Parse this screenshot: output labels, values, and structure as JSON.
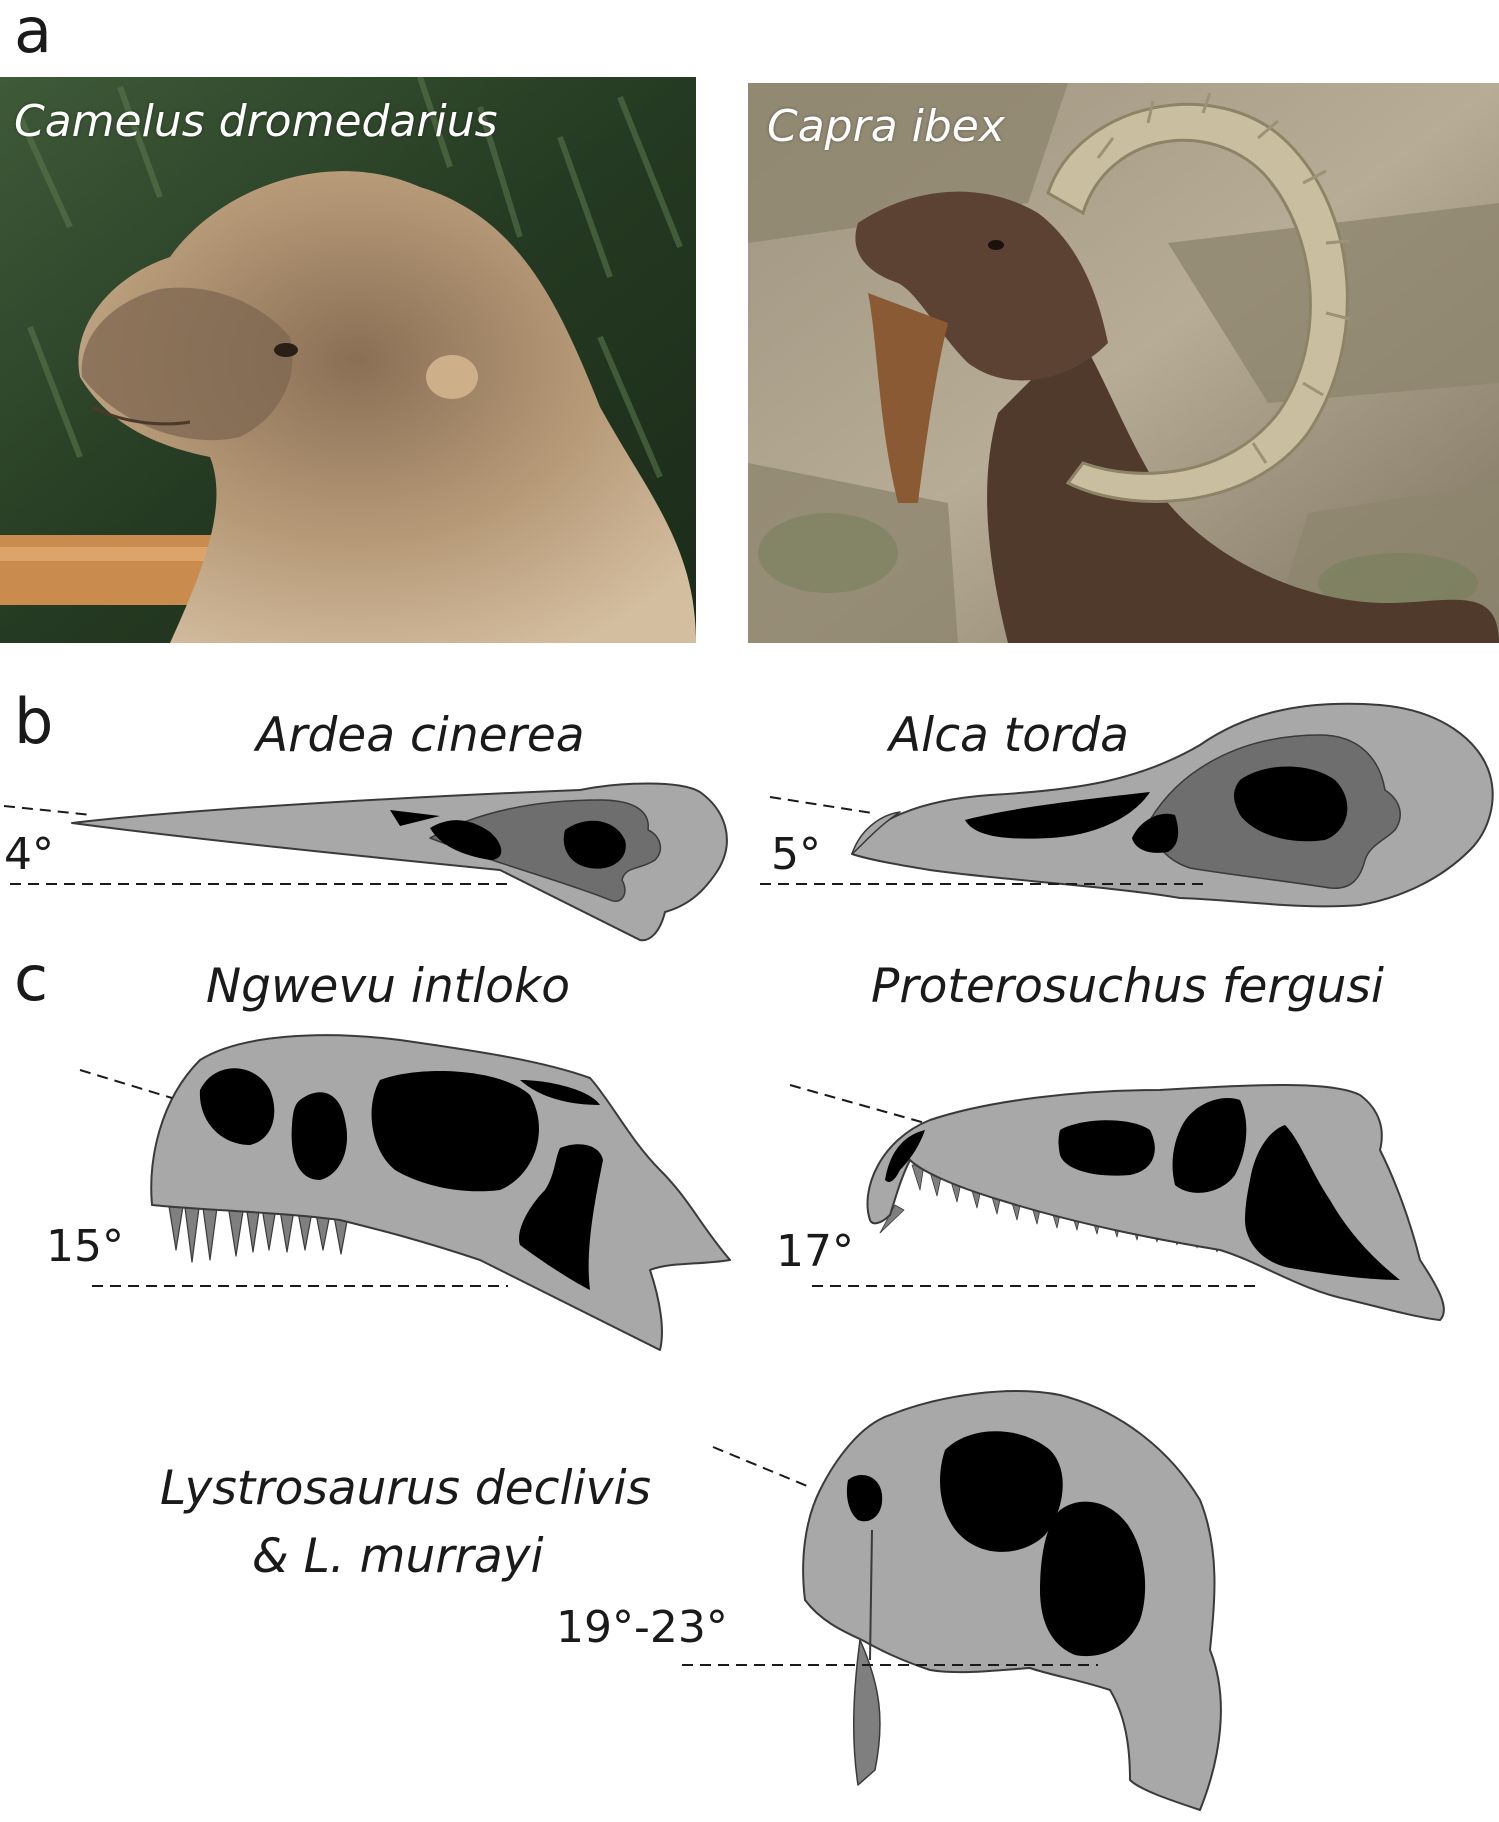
{
  "panels": {
    "a": {
      "letter": "a",
      "photos": [
        {
          "label": "Camelus dromedarius"
        },
        {
          "label": "Capra ibex"
        }
      ]
    },
    "b": {
      "letter": "b",
      "specimens": [
        {
          "name": "Ardea cinerea",
          "angle": "4°"
        },
        {
          "name": "Alca torda",
          "angle": "5°"
        }
      ]
    },
    "c": {
      "letter": "c",
      "specimens": [
        {
          "name": "Ngwevu intloko",
          "angle": "15°"
        },
        {
          "name": "Proterosuchus fergusi",
          "angle": "17°"
        },
        {
          "name_line1": "Lystrosaurus declivis",
          "name_line2": "& L. murrayi",
          "angle": "19°-23°"
        }
      ]
    }
  },
  "colors": {
    "skull_fill": "#a8a8a8",
    "skull_outline": "#3a3a3a",
    "opening_dark": "#000000",
    "opening_mid": "#6e6e6e",
    "tooth_fill": "#7f7f7f",
    "camel_fur": "#b69a78",
    "ibex_coat": "#5c4232",
    "ibex_horn": "#c9bea0",
    "foliage": "#2f4a2a",
    "rock": "#b7ac95"
  }
}
